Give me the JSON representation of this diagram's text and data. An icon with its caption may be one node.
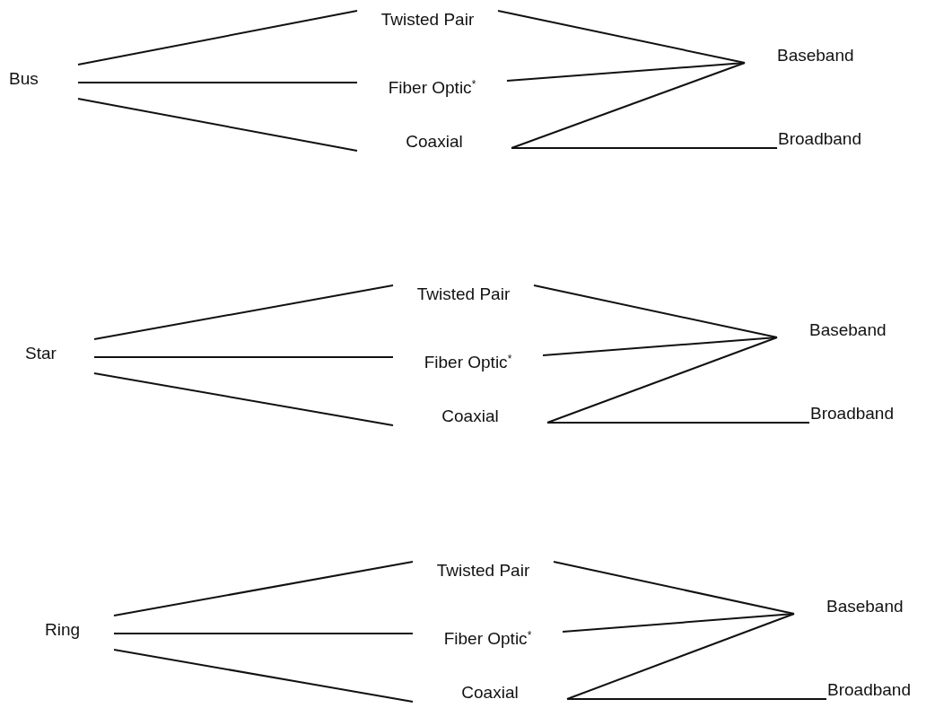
{
  "diagram": {
    "nodes": [
      {
        "text": [
          "Bus"
        ]
      },
      {
        "text": [
          "Twisted Pair"
        ]
      },
      {
        "text": [
          "Fiber Optic$^{*}$"
        ]
      },
      {
        "text": [
          "Coaxial"
        ]
      },
      {
        "text": [
          "Baseband"
        ]
      },
      {
        "text": [
          "Broadband"
        ]
      },
      {
        "text": [
          "Star"
        ]
      },
      {
        "text": [
          "Twisted Pair"
        ]
      },
      {
        "text": [
          "Fiber Optic$^{*}$"
        ]
      },
      {
        "text": [
          "Coaxial"
        ]
      },
      {
        "text": [
          "Baseband"
        ]
      },
      {
        "text": [
          "Broadband"
        ]
      },
      {
        "text": [
          "Ring"
        ]
      },
      {
        "text": [
          "Twisted Pair"
        ]
      },
      {
        "text": [
          "Fiber Optic$^{*}$"
        ]
      },
      {
        "text": [
          "Coaxial"
        ]
      },
      {
        "text": [
          "Baseband"
        ]
      },
      {
        "text": [
          "Broadband"
        ]
      }
    ],
    "edges": [
      {
        "from": 0,
        "to": 1,
        "arrow": "none"
      },
      {
        "from": 0,
        "to": 2,
        "arrow": "none"
      },
      {
        "from": 0,
        "to": 3,
        "arrow": "none"
      },
      {
        "from": 1,
        "to": 4,
        "arrow": "none"
      },
      {
        "from": 2,
        "to": 4,
        "arrow": "none"
      },
      {
        "from": 3,
        "to": 4,
        "arrow": "none"
      },
      {
        "from": 3,
        "to": 5,
        "arrow": "none"
      },
      {
        "from": 6,
        "to": 7,
        "arrow": "none"
      },
      {
        "from": 6,
        "to": 8,
        "arrow": "none"
      },
      {
        "from": 6,
        "to": 9,
        "arrow": "none"
      },
      {
        "from": 7,
        "to": 10,
        "arrow": "none"
      },
      {
        "from": 8,
        "to": 10,
        "arrow": "none"
      },
      {
        "from": 9,
        "to": 10,
        "arrow": "none"
      },
      {
        "from": 9,
        "to": 11,
        "arrow": "none"
      },
      {
        "from": 12,
        "to": 13,
        "arrow": "none"
      },
      {
        "from": 12,
        "to": 14,
        "arrow": "none"
      },
      {
        "from": 12,
        "to": 15,
        "arrow": "none"
      },
      {
        "from": 13,
        "to": 16,
        "arrow": "none"
      },
      {
        "from": 14,
        "to": 16,
        "arrow": "none"
      },
      {
        "from": 15,
        "to": 16,
        "arrow": "none"
      },
      {
        "from": 15,
        "to": 17,
        "arrow": "none"
      }
    ]
  }
}
